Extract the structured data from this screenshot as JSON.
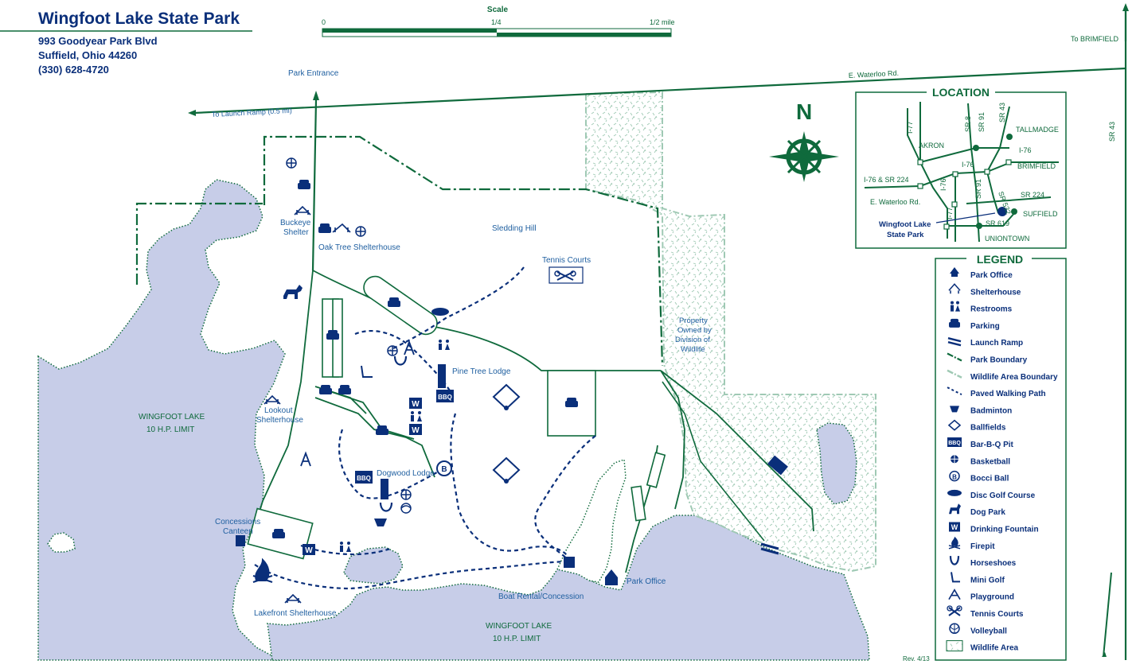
{
  "header": {
    "title": "Wingfoot Lake State Park",
    "address_line1": "993 Goodyear Park Blvd",
    "address_line2": "Suffield, Ohio 44260",
    "phone": "(330) 628-4720"
  },
  "scale": {
    "title": "Scale",
    "tick0": "0",
    "tick1": "1/4",
    "tick2": "1/2 mile"
  },
  "roads": {
    "to_brimfield": "To BRIMFIELD",
    "sr43": "SR 43",
    "waterloo": "E. Waterloo Rd.",
    "park_entrance": "Park Entrance",
    "launch_ramp": "To Launch Ramp (0.5 mi)"
  },
  "compass": {
    "north": "N"
  },
  "places": {
    "sledding_hill": "Sledding Hill",
    "tennis_courts": "Tennis Courts",
    "buckeye_shelter_1": "Buckeye",
    "buckeye_shelter_2": "Shelter",
    "oak_tree": "Oak Tree Shelterhouse",
    "pine_tree": "Pine Tree Lodge",
    "lookout_1": "Lookout",
    "lookout_2": "Shelterhouse",
    "dogwood": "Dogwood Lodge",
    "concessions_1": "Concessions",
    "concessions_2": "Canteen",
    "lakefront": "Lakefront Shelterhouse",
    "boat_rental": "Boat Rental/Concession",
    "park_office": "Park Office",
    "property_1": "Property",
    "property_2": "Owned by",
    "property_3": "Division of",
    "property_4": "Wildlife",
    "lake_west_1": "WINGFOOT LAKE",
    "lake_west_2": "10 H.P. LIMIT",
    "lake_south_1": "WINGFOOT LAKE",
    "lake_south_2": "10 H.P. LIMIT"
  },
  "location": {
    "title": "LOCATION",
    "i77_top": "I-77",
    "sr8": "SR 8",
    "sr91_top": "SR 91",
    "sr43_top": "SR 43",
    "tallmadge": "TALLMADGE",
    "akron": "AKRON",
    "i76_right": "I-76",
    "i76_mid": "I-76",
    "i76_vert": "I-76",
    "brimfield": "BRIMFIELD",
    "i76_sr224": "I-76 & SR 224",
    "sr91_mid": "SR 91",
    "sr532": "SR 532",
    "sr224": "SR 224",
    "waterloo": "E. Waterloo Rd.",
    "i77_bottom": "I-77",
    "suffield": "SUFFIELD",
    "wingfoot_1": "Wingfoot Lake",
    "wingfoot_2": "State Park",
    "sr619": "SR 619",
    "uniontown": "UNIONTOWN"
  },
  "legend": {
    "title": "LEGEND",
    "items": [
      {
        "label": "Park Office",
        "icon": "park-office-icon"
      },
      {
        "label": "Shelterhouse",
        "icon": "shelterhouse-icon"
      },
      {
        "label": "Restrooms",
        "icon": "restrooms-icon"
      },
      {
        "label": "Parking",
        "icon": "parking-icon"
      },
      {
        "label": "Launch Ramp",
        "icon": "launch-ramp-icon"
      },
      {
        "label": "Park Boundary",
        "icon": "park-boundary-icon"
      },
      {
        "label": "Wildlife Area Boundary",
        "icon": "wildlife-boundary-icon"
      },
      {
        "label": "Paved Walking Path",
        "icon": "walking-path-icon"
      },
      {
        "label": "Badminton",
        "icon": "badminton-icon"
      },
      {
        "label": "Ballfields",
        "icon": "ballfield-icon"
      },
      {
        "label": "Bar-B-Q Pit",
        "icon": "bbq-icon"
      },
      {
        "label": "Basketball",
        "icon": "basketball-icon"
      },
      {
        "label": "Bocci Ball",
        "icon": "bocci-icon"
      },
      {
        "label": "Disc Golf Course",
        "icon": "disc-golf-icon"
      },
      {
        "label": "Dog Park",
        "icon": "dog-icon"
      },
      {
        "label": "Drinking Fountain",
        "icon": "fountain-icon"
      },
      {
        "label": "Firepit",
        "icon": "firepit-icon"
      },
      {
        "label": "Horseshoes",
        "icon": "horseshoe-icon"
      },
      {
        "label": "Mini Golf",
        "icon": "mini-golf-icon"
      },
      {
        "label": "Playground",
        "icon": "playground-icon"
      },
      {
        "label": "Tennis Courts",
        "icon": "tennis-icon"
      },
      {
        "label": "Volleyball",
        "icon": "volleyball-icon"
      },
      {
        "label": "Wildlife Area",
        "icon": "wildlife-area-icon"
      }
    ]
  },
  "icon_glyphs": {
    "bbq": "BBQ",
    "fountain": "W",
    "bocci": "B"
  },
  "revision": "Rev. 4/13",
  "colors": {
    "green": "#0f6a3c",
    "lake": "#c7cde8",
    "navy": "#0a2f7a",
    "label_blue": "#1f5fa0",
    "wildlife_green": "#9fc9b4"
  }
}
